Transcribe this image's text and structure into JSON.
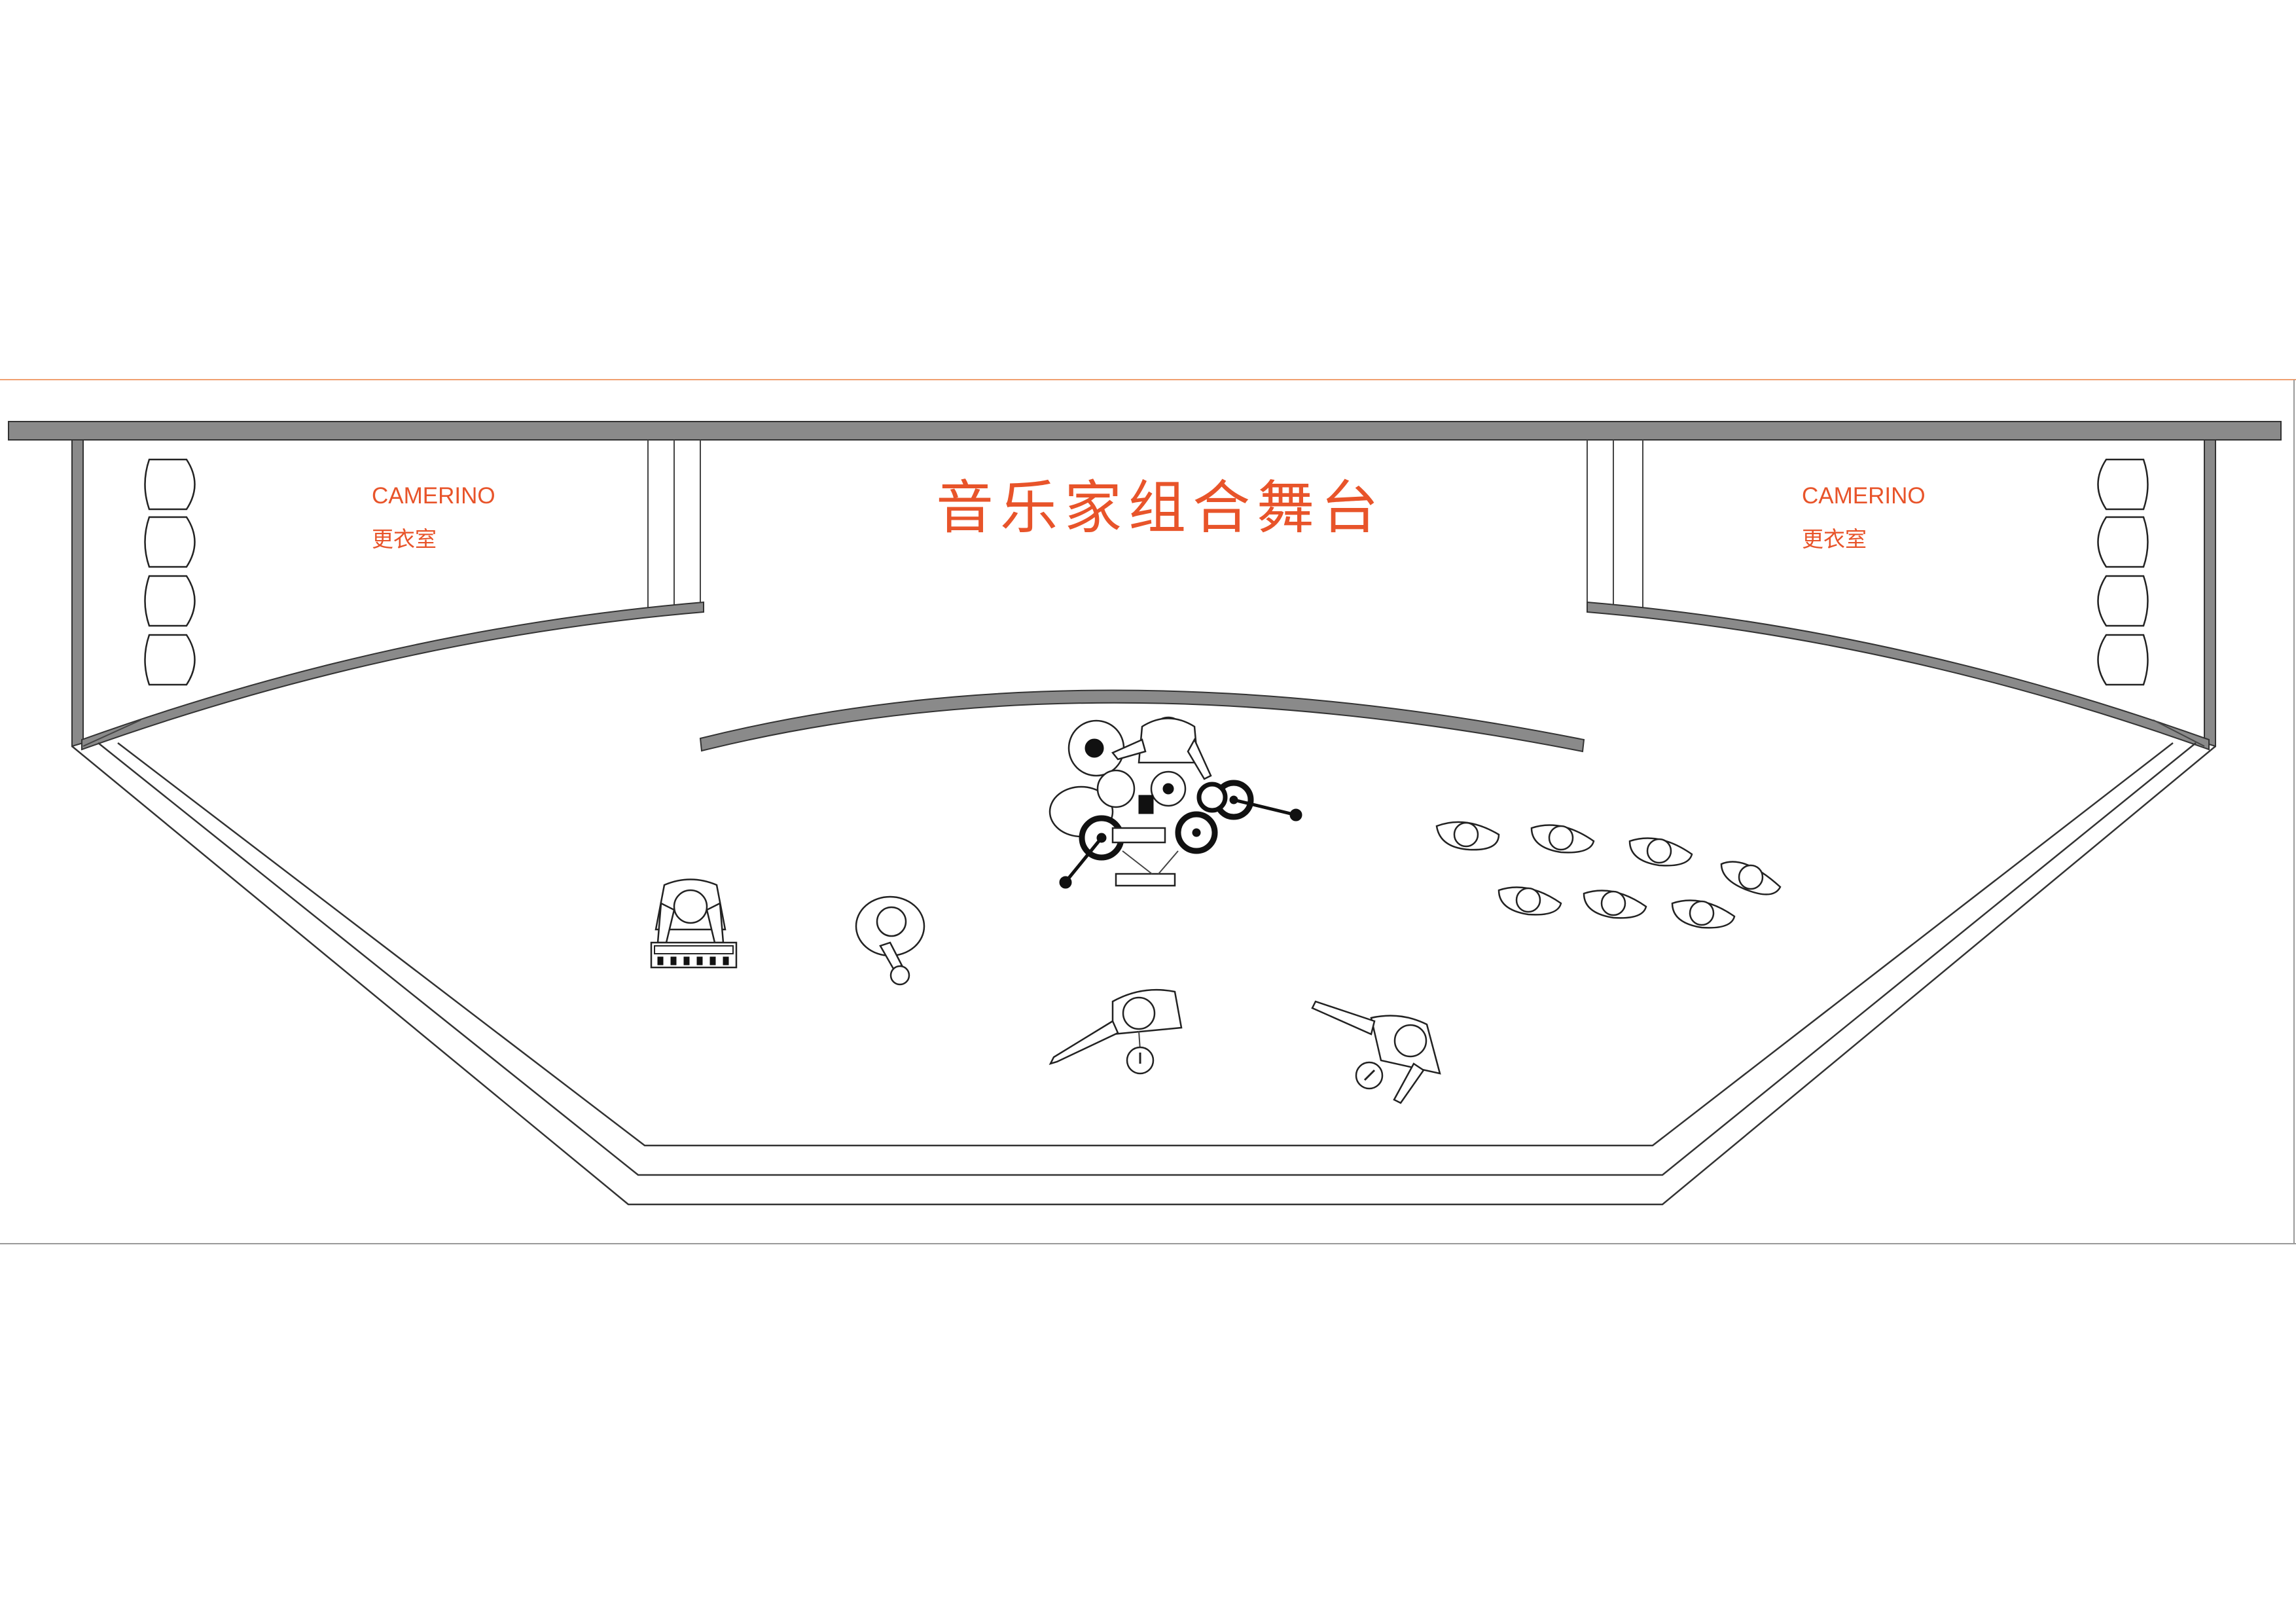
{
  "title": "音乐家组合舞台",
  "rooms": [
    {
      "label_en": "CAMERINO",
      "label_zh": "更衣室"
    },
    {
      "label_en": "CAMERINO",
      "label_zh": "更衣室"
    }
  ],
  "colors": {
    "label": "#e8542a",
    "wall": "#8a8a8a",
    "line": "#333333"
  },
  "elements": [
    "dressing-room-chair-icon",
    "drum-kit-icon",
    "keyboard-player-icon",
    "guitar-player-icon",
    "singer-icon",
    "music-stand-icon"
  ]
}
